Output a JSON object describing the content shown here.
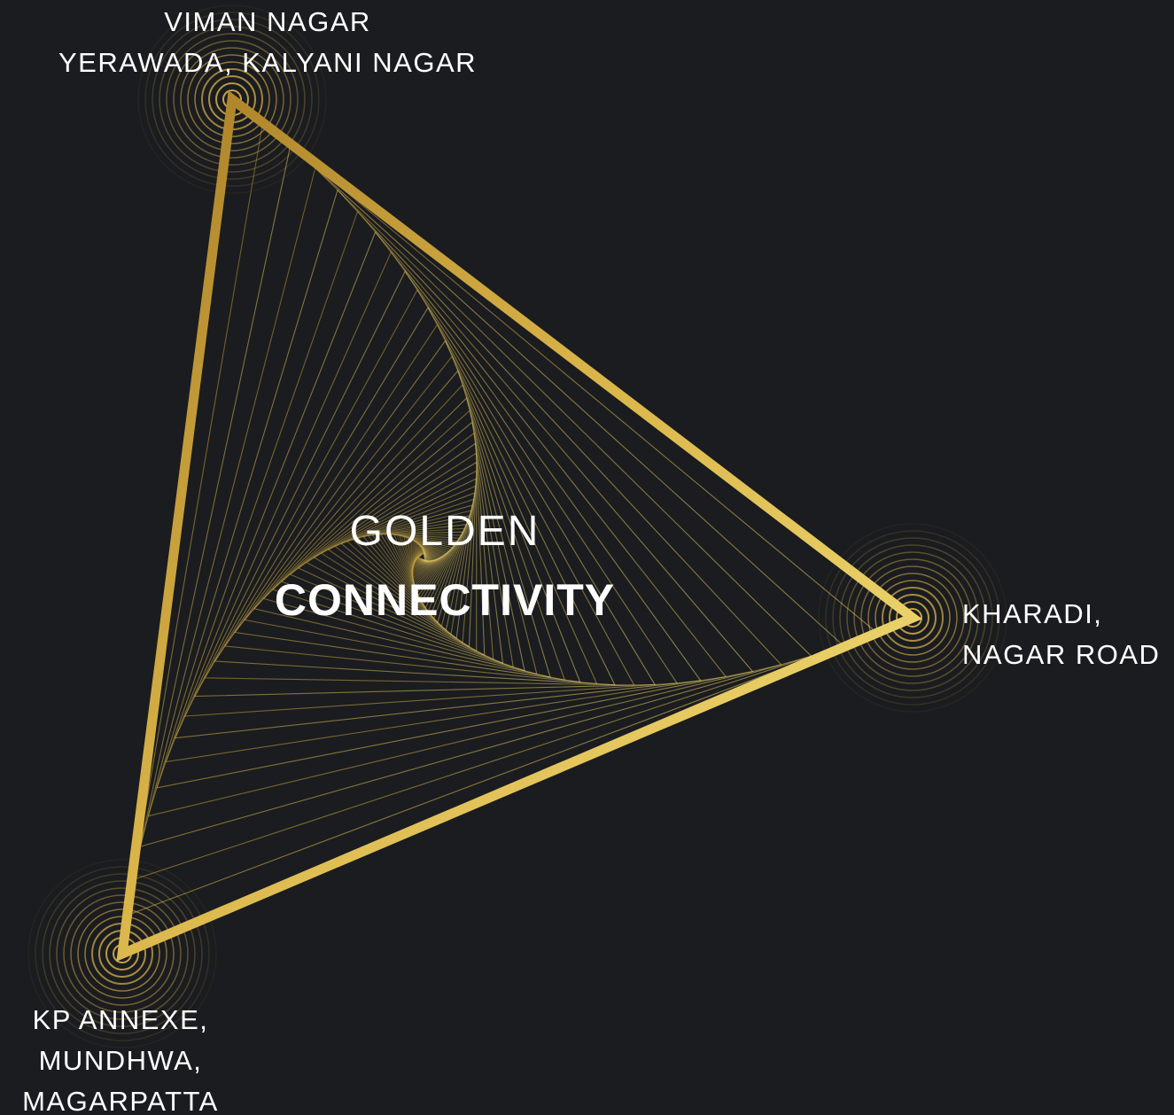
{
  "title": {
    "line1": "GOLDEN",
    "line2": "CONNECTIVITY"
  },
  "nodes": {
    "top": {
      "line1": "VIMAN NAGAR",
      "line2": "YERAWADA, KALYANI NAGAR"
    },
    "right": {
      "line1": "KHARADI,",
      "line2": "NAGAR ROAD"
    },
    "bottom": {
      "line1": "KP ANNEXE,",
      "line2": "MUNDHWA,",
      "line3": "MAGARPATTA"
    }
  },
  "colors": {
    "background": "#1a1c1f",
    "gold_dark": "#b8892c",
    "gold_light": "#f3e07a",
    "text": "#ffffff"
  }
}
